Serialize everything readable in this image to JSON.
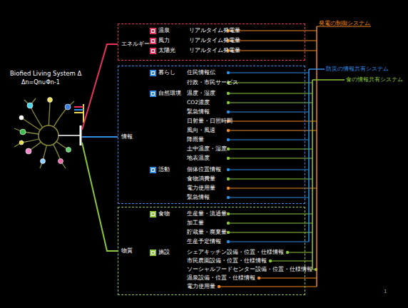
{
  "diagram": {
    "title": "Biofied Living System Δ",
    "nodes": [
      {
        "text": [
          "エネルギー",
          "温泉",
          "リアルタイム発電量",
          "風力",
          "リアルタイム発電量",
          "太陽光",
          "リアルタイム発電量"
        ]
      },
      {
        "text": [
          "情報",
          "暮らし",
          "住民情報伝",
          "行政・市民サービス",
          "自然環境",
          "温度・湿度",
          "CO2濃度",
          "緊急情報",
          "日射量・日照時間",
          "風向・風速",
          "降雨量",
          "土中温度・湿度",
          "地表温度",
          "活動",
          "個体位置情報",
          "食物消費量",
          "電力使用量",
          "緊急情報"
        ]
      },
      {
        "text": [
          "物質",
          "食物",
          "生産量・流通量",
          "加工量",
          "貯蔵量・廃棄量",
          "生産予定情報",
          "施設",
          "シェアキッチン設備・位置・仕様情報",
          "市民農園設備・位置・仕様情報",
          "ソーシャルフードセンター設備・位置・仕様情報",
          "温泉設備・位置・仕様情報",
          "電力使用量"
        ]
      }
    ],
    "labels": [
      "Δn=Qn∪Φn-1",
      "発電の制御システム",
      "防災の情報共有システム",
      "食の情報共有システム",
      "1"
    ]
  }
}
